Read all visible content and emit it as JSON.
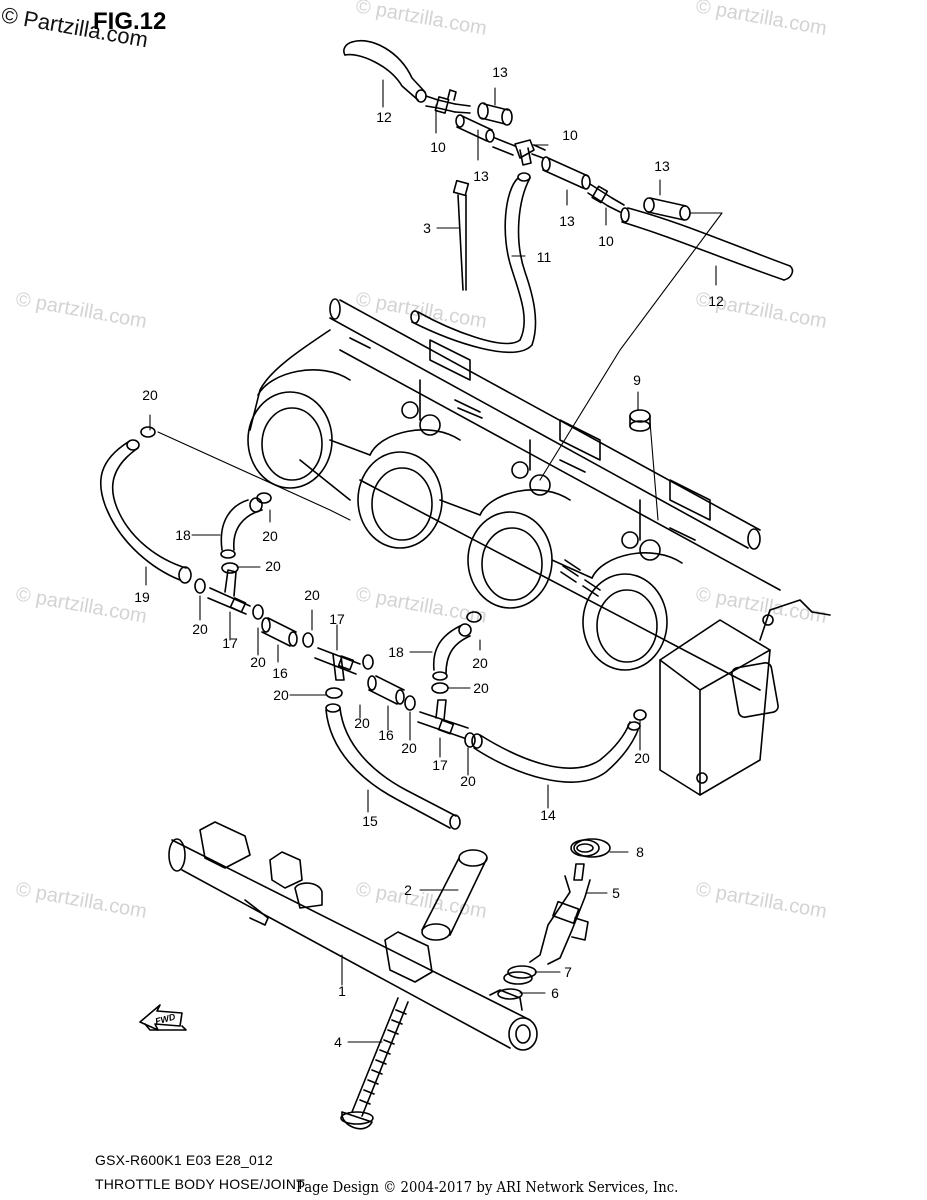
{
  "figure": {
    "title": "FIG.12",
    "corner_watermark": "© Partzilla.com",
    "watermark_text": "© partzilla.com",
    "model_code": "GSX-R600K1 E03 E28_012",
    "assembly_name": "THROTTLE BODY HOSE/JOINT",
    "credit": "Page Design © 2004-2017 by ARI Network Services, Inc.",
    "fwd_label": "FWD"
  },
  "callouts": [
    {
      "id": "c12a",
      "text": "12"
    },
    {
      "id": "c10a",
      "text": "10"
    },
    {
      "id": "c13a",
      "text": "13"
    },
    {
      "id": "c13b",
      "text": "13"
    },
    {
      "id": "c10b",
      "text": "10"
    },
    {
      "id": "c3",
      "text": "3"
    },
    {
      "id": "c11",
      "text": "11"
    },
    {
      "id": "c13c",
      "text": "13"
    },
    {
      "id": "c13d",
      "text": "13"
    },
    {
      "id": "c10c",
      "text": "10"
    },
    {
      "id": "c12b",
      "text": "12"
    },
    {
      "id": "c9",
      "text": "9"
    },
    {
      "id": "c20a",
      "text": "20"
    },
    {
      "id": "c18a",
      "text": "18"
    },
    {
      "id": "c20b",
      "text": "20"
    },
    {
      "id": "c20c",
      "text": "20"
    },
    {
      "id": "c19",
      "text": "19"
    },
    {
      "id": "c20d",
      "text": "20"
    },
    {
      "id": "c17a",
      "text": "17"
    },
    {
      "id": "c20e",
      "text": "20"
    },
    {
      "id": "c20f",
      "text": "20"
    },
    {
      "id": "c16a",
      "text": "16"
    },
    {
      "id": "c17b",
      "text": "17"
    },
    {
      "id": "c18b",
      "text": "18"
    },
    {
      "id": "c20g",
      "text": "20"
    },
    {
      "id": "c20h",
      "text": "20"
    },
    {
      "id": "c20i",
      "text": "20"
    },
    {
      "id": "c20j",
      "text": "20"
    },
    {
      "id": "c16b",
      "text": "16"
    },
    {
      "id": "c20k",
      "text": "20"
    },
    {
      "id": "c17c",
      "text": "17"
    },
    {
      "id": "c20l",
      "text": "20"
    },
    {
      "id": "c20m",
      "text": "20"
    },
    {
      "id": "c15",
      "text": "15"
    },
    {
      "id": "c14",
      "text": "14"
    },
    {
      "id": "c8",
      "text": "8"
    },
    {
      "id": "c2",
      "text": "2"
    },
    {
      "id": "c5",
      "text": "5"
    },
    {
      "id": "c7",
      "text": "7"
    },
    {
      "id": "c6",
      "text": "6"
    },
    {
      "id": "c1",
      "text": "1"
    },
    {
      "id": "c4",
      "text": "4"
    }
  ]
}
